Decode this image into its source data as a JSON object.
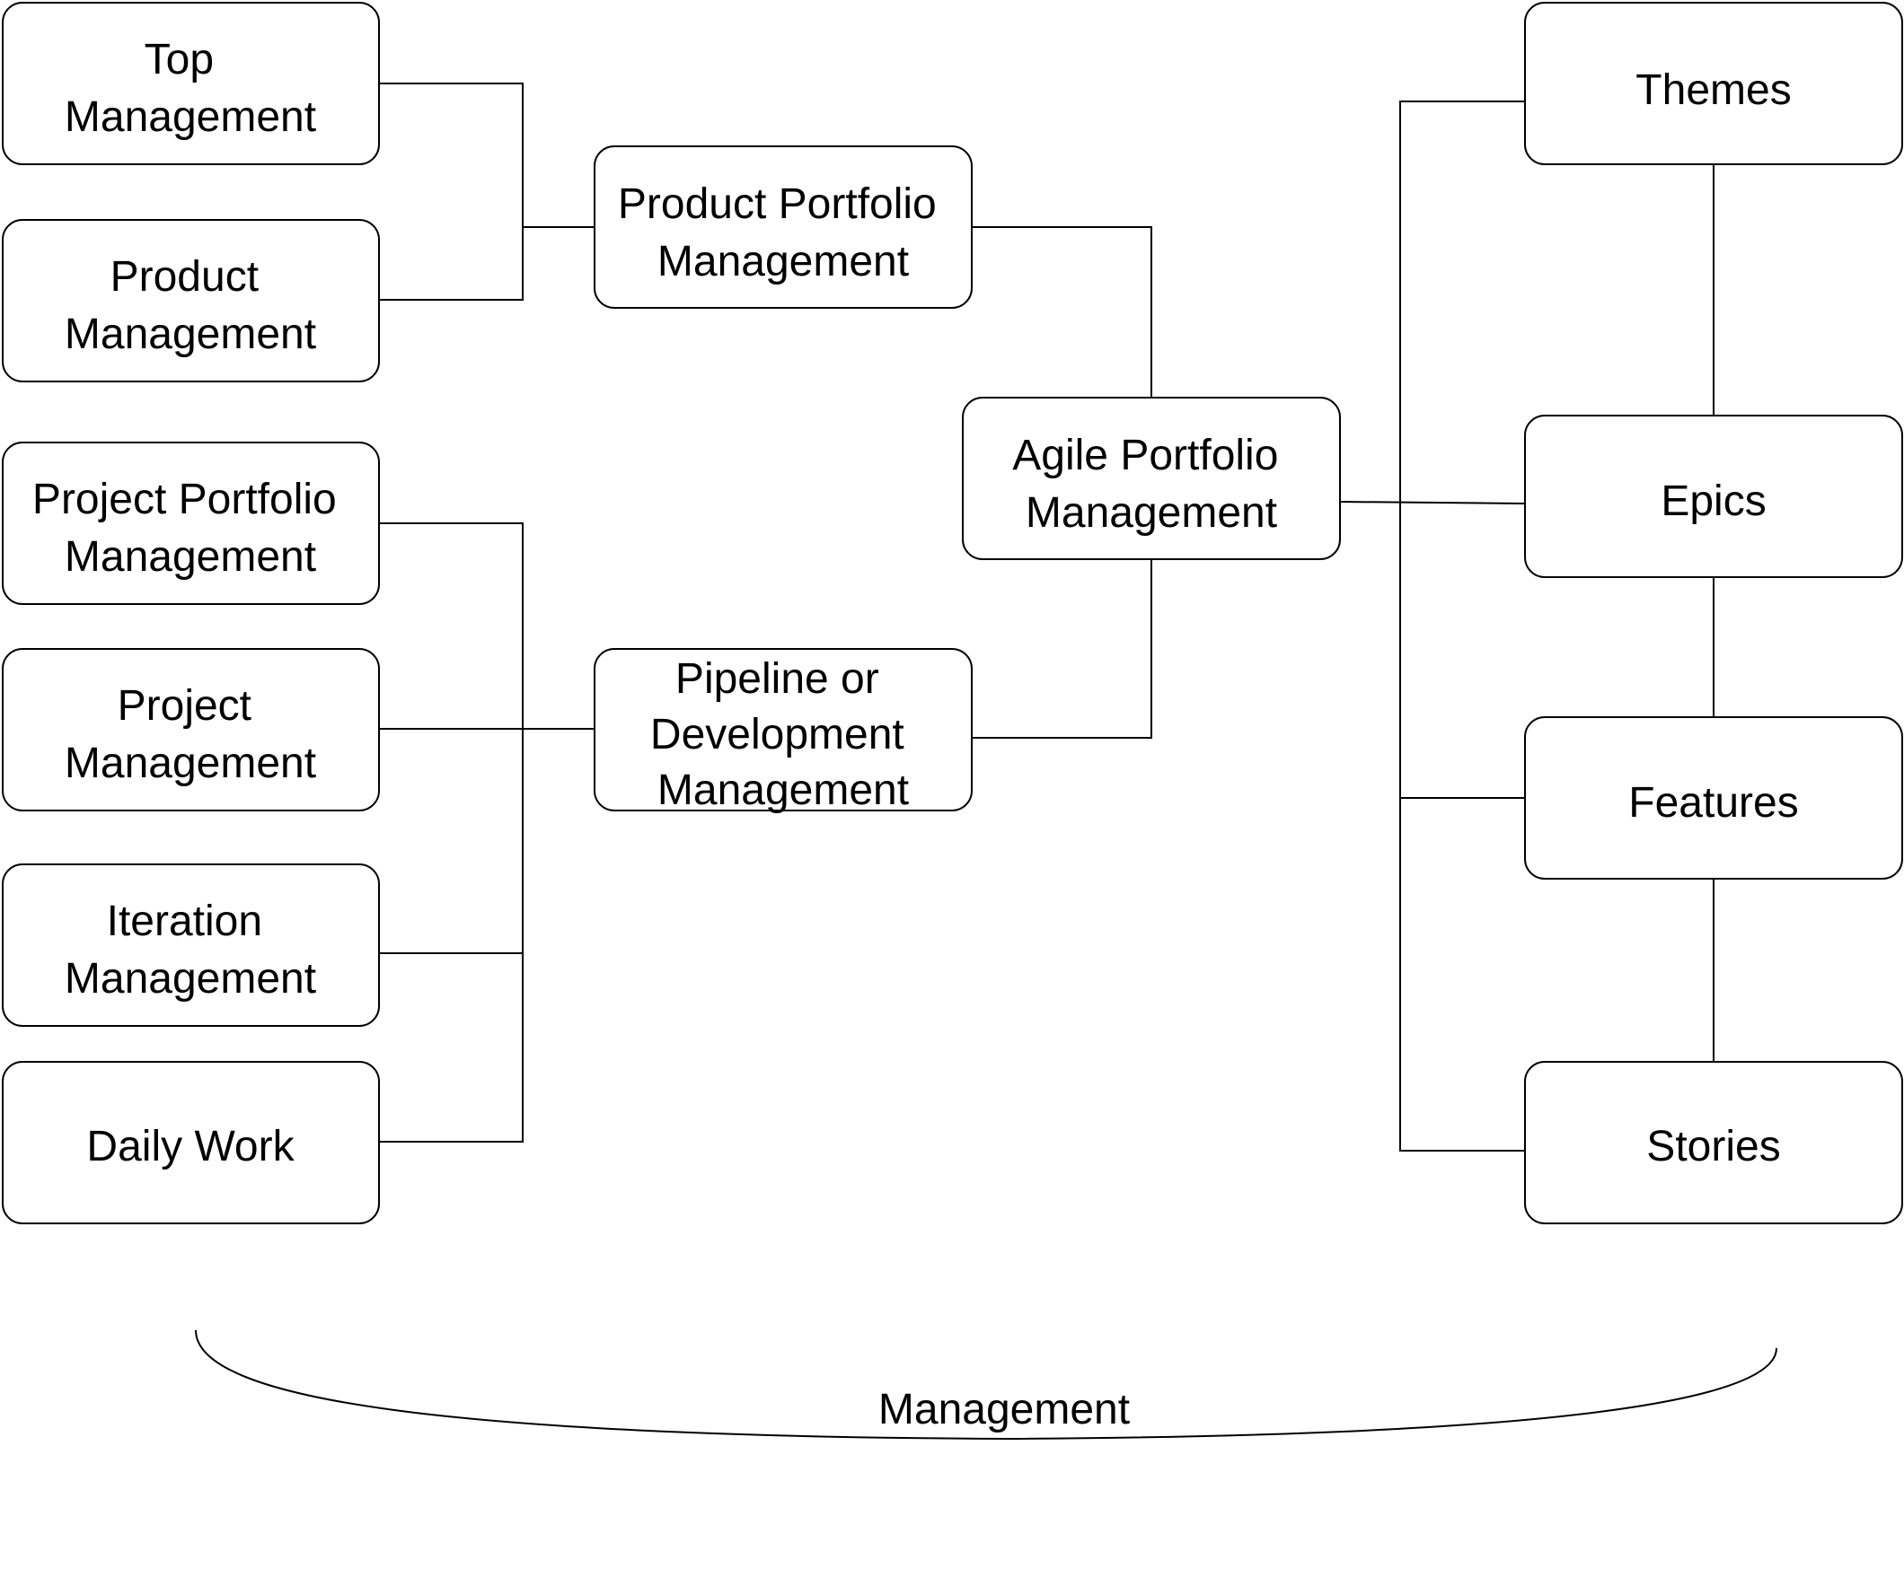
{
  "nodes": {
    "top_management": [
      "Top",
      "Management"
    ],
    "product_management": [
      "Product",
      "Management"
    ],
    "project_portfolio_management": [
      "Project Portfolio",
      "Management"
    ],
    "project_management": [
      "Project",
      "Management"
    ],
    "iteration_management": [
      "Iteration",
      "Management"
    ],
    "daily_work": [
      "Daily Work"
    ],
    "product_portfolio_management": [
      "Product Portfolio",
      "Management"
    ],
    "pipeline_development_management": [
      "Pipeline or",
      "Development",
      "Management"
    ],
    "agile_portfolio_management": [
      "Agile Portfolio",
      "Management"
    ],
    "themes": [
      "Themes"
    ],
    "epics": [
      "Epics"
    ],
    "features": [
      "Features"
    ],
    "stories": [
      "Stories"
    ]
  },
  "brace_label": "Management"
}
